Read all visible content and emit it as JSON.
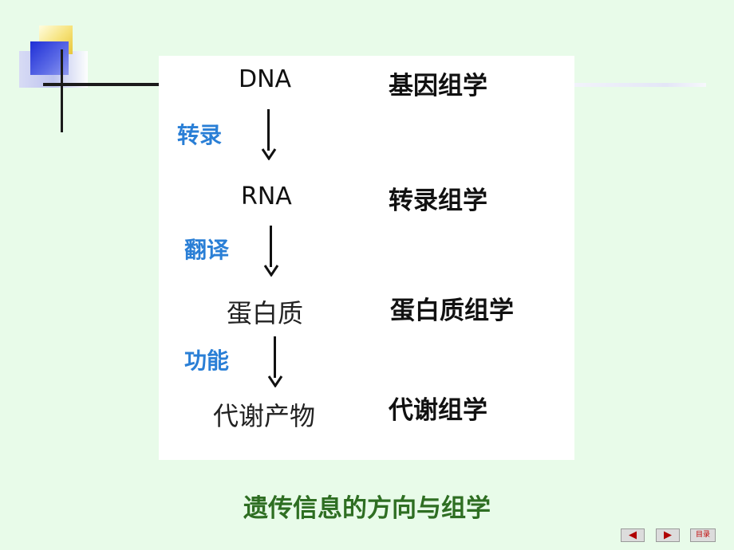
{
  "diagram": {
    "molecules": {
      "dna": "DNA",
      "rna": "RNA",
      "protein": "蛋白质",
      "metabolite": "代谢产物"
    },
    "processes": {
      "transcription": "转录",
      "translation": "翻译",
      "function": "功能"
    },
    "omics": {
      "genomics": "基因组学",
      "transcriptomics": "转录组学",
      "proteomics": "蛋白质组学",
      "metabolomics": "代谢组学"
    }
  },
  "caption": "遗传信息的方向与组学",
  "nav": {
    "prev_icon": "triangle-left-icon",
    "next_icon": "triangle-right-icon",
    "menu_label": "目录"
  },
  "colors": {
    "background": "#e8fbe9",
    "process_label": "#2a7fd6",
    "caption": "#2e6e22"
  }
}
